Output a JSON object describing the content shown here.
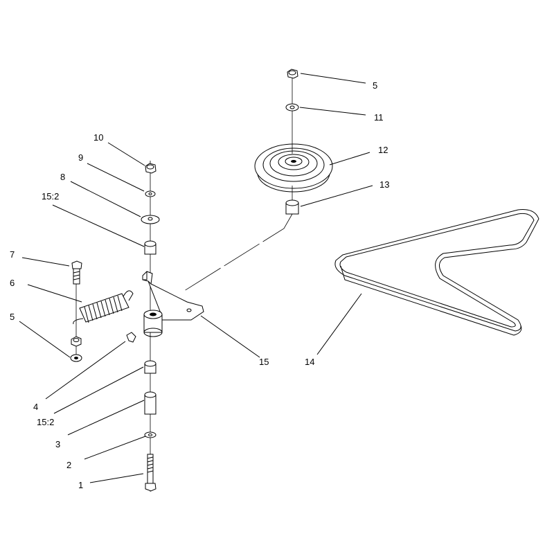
{
  "diagram": {
    "callouts": [
      {
        "id": "c1",
        "text": "1"
      },
      {
        "id": "c2",
        "text": "2"
      },
      {
        "id": "c3",
        "text": "3"
      },
      {
        "id": "c4",
        "text": "4"
      },
      {
        "id": "c15b",
        "text": "15:2"
      },
      {
        "id": "c5a",
        "text": "5"
      },
      {
        "id": "c6",
        "text": "6"
      },
      {
        "id": "c7",
        "text": "7"
      },
      {
        "id": "c15a",
        "text": "15:2"
      },
      {
        "id": "c8",
        "text": "8"
      },
      {
        "id": "c9",
        "text": "9"
      },
      {
        "id": "c10",
        "text": "10"
      },
      {
        "id": "c5b",
        "text": "5"
      },
      {
        "id": "c11",
        "text": "11"
      },
      {
        "id": "c12",
        "text": "12"
      },
      {
        "id": "c13",
        "text": "13"
      },
      {
        "id": "c14",
        "text": "14"
      },
      {
        "id": "c15",
        "text": "15"
      }
    ]
  }
}
